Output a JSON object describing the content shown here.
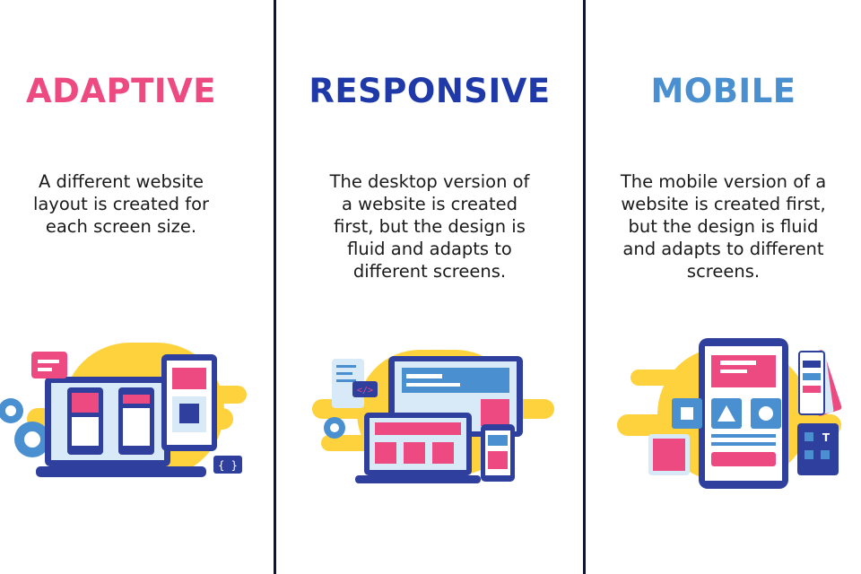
{
  "colors": {
    "adaptive": "#ee4a82",
    "responsive": "#1f3aa8",
    "mobile": "#4a8fd0",
    "divider": "#0e1631",
    "accent_yellow": "#fdd23d",
    "device_blue": "#2e3f9e",
    "panel_light": "#d8eaf8"
  },
  "columns": [
    {
      "title": "ADAPTIVE",
      "description_lines": [
        "A different website",
        "layout is created for",
        "each screen size."
      ],
      "illustration_icon": "adaptive-layout-illustration"
    },
    {
      "title": "RESPONSIVE",
      "description_lines": [
        "The desktop version of",
        "a website is created",
        "first, but the design is",
        "fluid and adapts to",
        "different screens."
      ],
      "illustration_icon": "responsive-devices-illustration"
    },
    {
      "title": "MOBILE",
      "description_lines": [
        "The mobile version of a",
        "website is created first,",
        "but the design is fluid",
        "and adapts to different",
        "screens."
      ],
      "illustration_icon": "mobile-first-illustration"
    }
  ],
  "code_tag": "{ }",
  "code_tag_html": "</>",
  "tool_letter": "T"
}
